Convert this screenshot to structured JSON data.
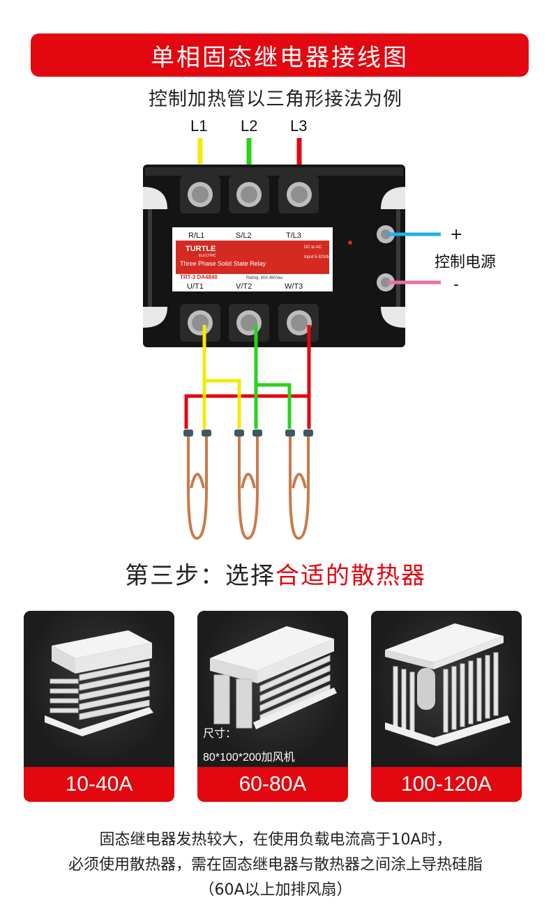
{
  "title": "单相固态继电器接线图",
  "subtitle": "控制加热管以三角形接法为例",
  "phases": [
    "L1",
    "L2",
    "L3"
  ],
  "relay": {
    "brand": "TURTLE",
    "brand_sub": "ELECTRIC",
    "product": "Three  Phase  Solid  State  Relay",
    "model": "TRT-3 DA4840",
    "rating": "Rating: 40A 480Vac",
    "top_terminals": [
      "R/L1",
      "S/L2",
      "T/L3"
    ],
    "bottom_terminals": [
      "U/T1",
      "V/T2",
      "W/T3"
    ],
    "side_text_1": "DC to AC",
    "side_text_2": "Input 5-32Vdc"
  },
  "control": {
    "label": "控制电源",
    "plus": "+",
    "minus": "-"
  },
  "wire_colors": {
    "L1": "#f5e90a",
    "L2": "#29d21b",
    "L3": "#e1070f",
    "plus": "#22b0e6",
    "minus": "#e56fa6"
  },
  "step": {
    "prefix": "第三步：选择",
    "highlight": "合适的散热器"
  },
  "heatsinks": [
    {
      "range": "10-40A"
    },
    {
      "range": "60-80A",
      "size_title": "尺寸：",
      "size_value": "80*100*200加风机"
    },
    {
      "range": "100-120A"
    }
  ],
  "notes": [
    "固态继电器发热较大，在使用负载电流高于10A时，",
    "必须使用散热器，需在固态继电器与散热器之间涂上导热硅脂",
    "（60A以上加排风扇）"
  ]
}
